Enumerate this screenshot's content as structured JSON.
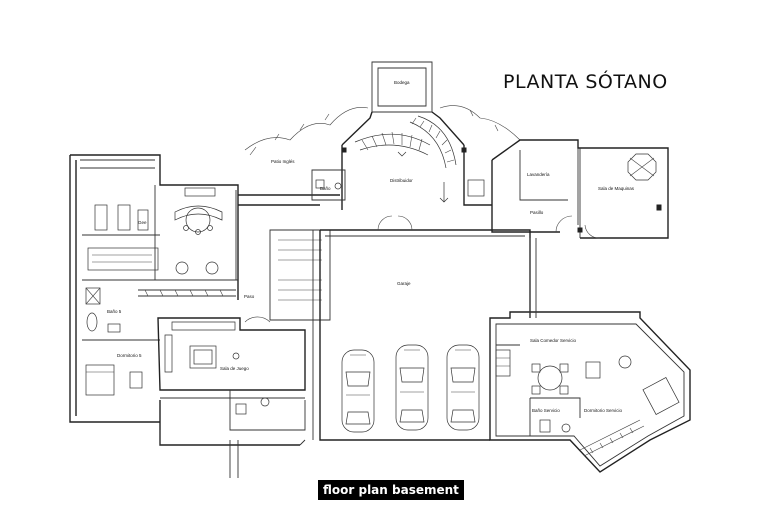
{
  "title": "PLANTA SÓTANO",
  "caption": "floor plan basement",
  "rooms": {
    "bodega": "Bodega",
    "patio_ingles": "Patio Inglés",
    "distribuidor": "Distribuidor",
    "lavanderia": "Lavandería",
    "sala_maquinas": "Sala de Maquinas",
    "pasillo": "Pasillo",
    "garaje": "Garaje",
    "paso": "Paso",
    "bano5": "Baño 5",
    "dormitorio5": "Dormitorio 5",
    "sala_juego": "Sala de Juego",
    "salas_servicio": "Sala Comedor Servicio",
    "bano_servicio": "Baño Servicio",
    "dormitorio_servicio": "Dormitorio Servicio",
    "bano_small": "Baño",
    "gee": "Gee"
  }
}
